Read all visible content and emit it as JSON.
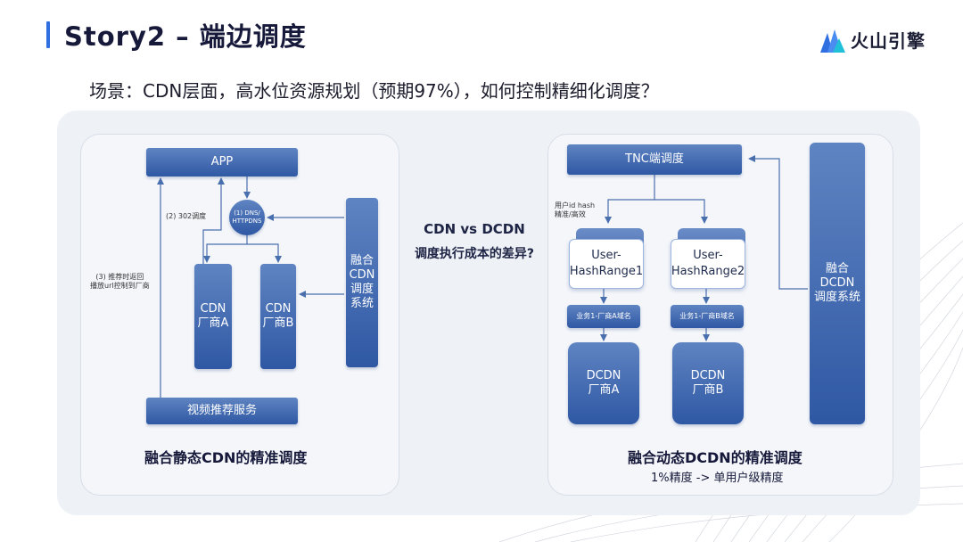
{
  "slide": {
    "title": "Story2 – 端边调度",
    "scenario": "场景：CDN层面，高水位资源规划（预期97%），如何控制精细化调度？"
  },
  "brand": {
    "name": "火山引擎",
    "icon": "volcano-logo-icon",
    "color": "#2f6fe0"
  },
  "left": {
    "app": "APP",
    "dns": "(1) DNS/\nHTTPDNS",
    "label_302": "(2) 302调度",
    "label_recommend": "(3) 推荐时返回\n播放url控制到厂商",
    "cdn_a": "CDN\n厂商A",
    "cdn_b": "CDN\n厂商B",
    "fusion": "融合\nCDN\n调度\n系统",
    "recommend_service": "视频推荐服务",
    "caption": "融合静态CDN的精准调度"
  },
  "middle": {
    "line1": "CDN vs DCDN",
    "line2": "调度执行成本的差异?"
  },
  "right": {
    "tnc": "TNC端调度",
    "user_hash_label": "用户id hash\n精准/高效",
    "hash1": "User-\nHashRange1",
    "hash2": "User-\nHashRange2",
    "domain_a": "业务1-厂商A域名",
    "domain_b": "业务1-厂商B域名",
    "dcdn_a": "DCDN\n厂商A",
    "dcdn_b": "DCDN\n厂商B",
    "fusion": "融合\nDCDN\n调度系统",
    "caption": "融合动态DCDN的精准调度",
    "subcaption": "1%精度 -> 单用户级精度"
  },
  "colors": {
    "box": "#2f58a4",
    "accent": "#2f6fe0",
    "arrow": "#4a6fae"
  }
}
